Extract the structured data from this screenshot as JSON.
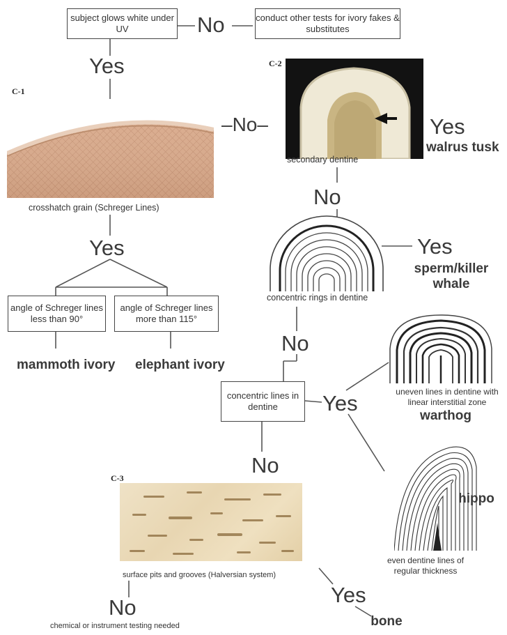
{
  "nodes": {
    "uv_question": "subject glows white under UV",
    "other_tests": "conduct other tests for ivory fakes & substitutes",
    "angle_less": "angle of Schreger lines less than 90°",
    "angle_more": "angle of Schreger lines more than 115°",
    "concentric_lines": "concentric lines in dentine"
  },
  "answers": {
    "no_top": "No",
    "yes_top": "Yes",
    "no_c1": "–No–",
    "yes_walrus": "Yes",
    "no_walrus": "No",
    "yes_whale": "Yes",
    "yes_schreger": "Yes",
    "no_rings": "No",
    "yes_lines": "Yes",
    "no_lines": "No",
    "no_bone": "No",
    "yes_bone": "Yes"
  },
  "figures": {
    "c1": "C-1",
    "c2": "C-2",
    "c3": "C-3"
  },
  "captions": {
    "c1": "crosshatch grain (Schreger Lines)",
    "c2": "secondary dentine",
    "rings": "concentric rings in dentine",
    "warthog": "uneven lines  in dentine with linear interstitial zone",
    "hippo": "even  dentine lines of regular thickness",
    "c3": "surface pits and grooves (Halversian system)",
    "testing": "chemical or instrument testing needed"
  },
  "results": {
    "walrus": "walrus tusk",
    "whale": "sperm/killer whale",
    "mammoth": "mammoth ivory",
    "elephant": "elephant ivory",
    "warthog": "warthog",
    "hippo": "hippo",
    "bone": "bone"
  }
}
